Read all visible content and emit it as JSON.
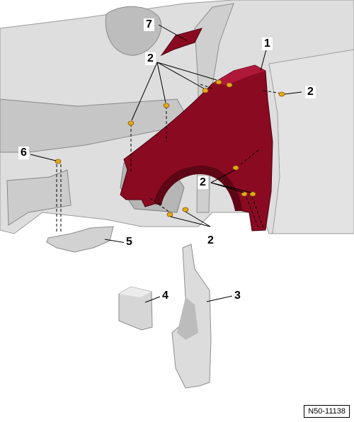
{
  "callouts": {
    "c1": "1",
    "c2a": "2",
    "c2b": "2",
    "c2c": "2",
    "c2d": "2",
    "c3": "3",
    "c4": "4",
    "c5": "5",
    "c6": "6",
    "c7": "7"
  },
  "reference_code": "N50-11138",
  "colors": {
    "fender": "#8a0a22",
    "fender_shadow": "#5e0616",
    "body_gray": "#d9d9d9",
    "body_dark": "#a9a9a9",
    "bolt": "#e7a81d",
    "line": "#000000"
  }
}
